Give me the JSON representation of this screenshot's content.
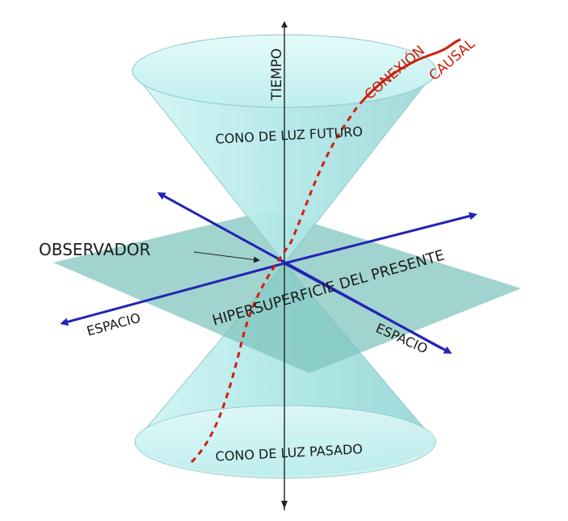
{
  "labels": {
    "time_axis": "TIEMPO",
    "future_cone": "CONO DE LUZ FUTURO",
    "past_cone": "CONO DE LUZ PASADO",
    "observer": "OBSERVADOR",
    "hypersurface": "HIPERSUPERFICIE DEL PRESENTE",
    "space_left": "ESPACIO",
    "space_right": "ESPACIO",
    "causal_line1": "CONEXIÓN",
    "causal_line2": "CAUSAL"
  },
  "colors": {
    "cone_fill": "#b9ecec",
    "cone_edge": "#7fb9b9",
    "plane_fill": "#7ec4bd",
    "axis_blue": "#2424b4",
    "causal_red": "#d0200c",
    "time_axis": "#222222"
  }
}
